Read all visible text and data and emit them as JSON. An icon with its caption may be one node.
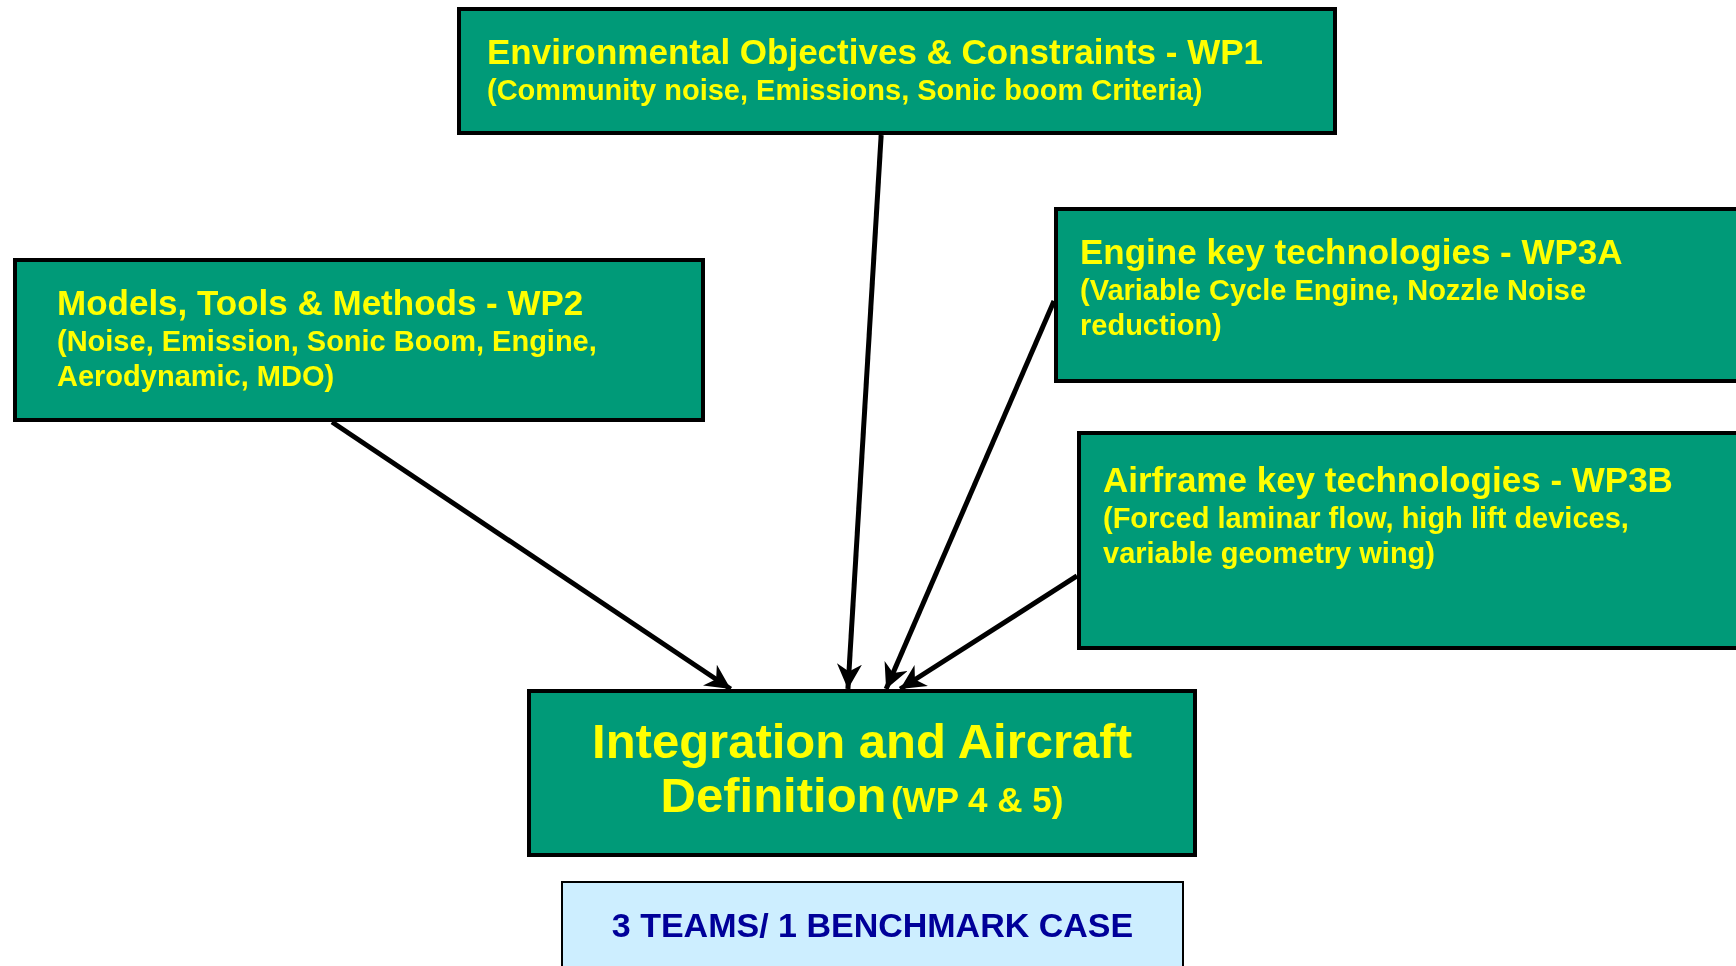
{
  "diagram": {
    "nodes": [
      {
        "text": [
          "Environmental Objectives & Constraints - WP1",
          "(Community noise, Emissions, Sonic boom Criteria)"
        ]
      },
      {
        "text": [
          "Models, Tools & Methods - WP2",
          "(Noise, Emission, Sonic Boom, Engine, Aerodynamic, MDO)"
        ]
      },
      {
        "text": [
          "Engine key technologies - WP3A",
          "(Variable Cycle Engine, Nozzle Noise reduction)"
        ]
      },
      {
        "text": [
          "Airframe key technologies - WP3B",
          "(Forced laminar flow, high lift devices, variable geometry wing)"
        ]
      },
      {
        "text": [
          "Integration and Aircraft Definition",
          "(WP 4 & 5)"
        ]
      },
      {
        "text": [
          "3 TEAMS/ 1 BENCHMARK CASE"
        ]
      }
    ],
    "edges": [
      {
        "from": 1,
        "to": 4,
        "arrow": "to"
      },
      {
        "from": 0,
        "to": 4,
        "arrow": "to"
      },
      {
        "from": 2,
        "to": 4,
        "arrow": "to"
      },
      {
        "from": 3,
        "to": 4,
        "arrow": "to"
      }
    ]
  }
}
